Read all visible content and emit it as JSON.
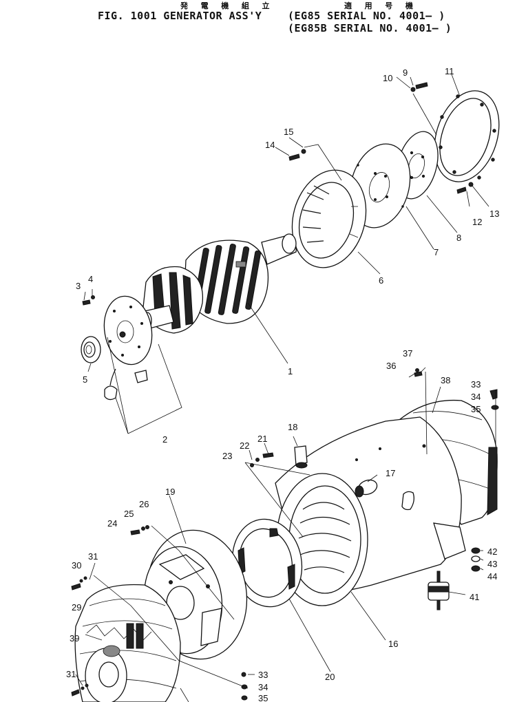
{
  "header": {
    "jp_title": "発 電 機 組 立",
    "jp_model": "適 用 号 機",
    "figure_title": "FIG. 1001  GENERATOR ASS'Y",
    "serial_line_1": "(EG85   SERIAL  NO. 4001– )",
    "serial_line_2": "(EG85B SERIAL  NO. 4001– )"
  },
  "callouts": {
    "c1": "1",
    "c2": "2",
    "c3": "3",
    "c4": "4",
    "c5": "5",
    "c6": "6",
    "c7": "7",
    "c8": "8",
    "c9": "9",
    "c10": "10",
    "c11": "11",
    "c12": "12",
    "c13": "13",
    "c14": "14",
    "c15": "15",
    "c16": "16",
    "c17": "17",
    "c18": "18",
    "c19": "19",
    "c20": "20",
    "c21": "21",
    "c22": "22",
    "c23": "23",
    "c24": "24",
    "c25": "25",
    "c26": "26",
    "c29": "29",
    "c30": "30",
    "c31a": "31",
    "c31b": "31",
    "c33a": "33",
    "c33b": "33",
    "c34a": "34",
    "c34b": "34",
    "c35a": "35",
    "c35b": "35",
    "c36": "36",
    "c37": "37",
    "c38": "38",
    "c39": "39",
    "c41": "41",
    "c42": "42",
    "c43": "43",
    "c44": "44"
  }
}
